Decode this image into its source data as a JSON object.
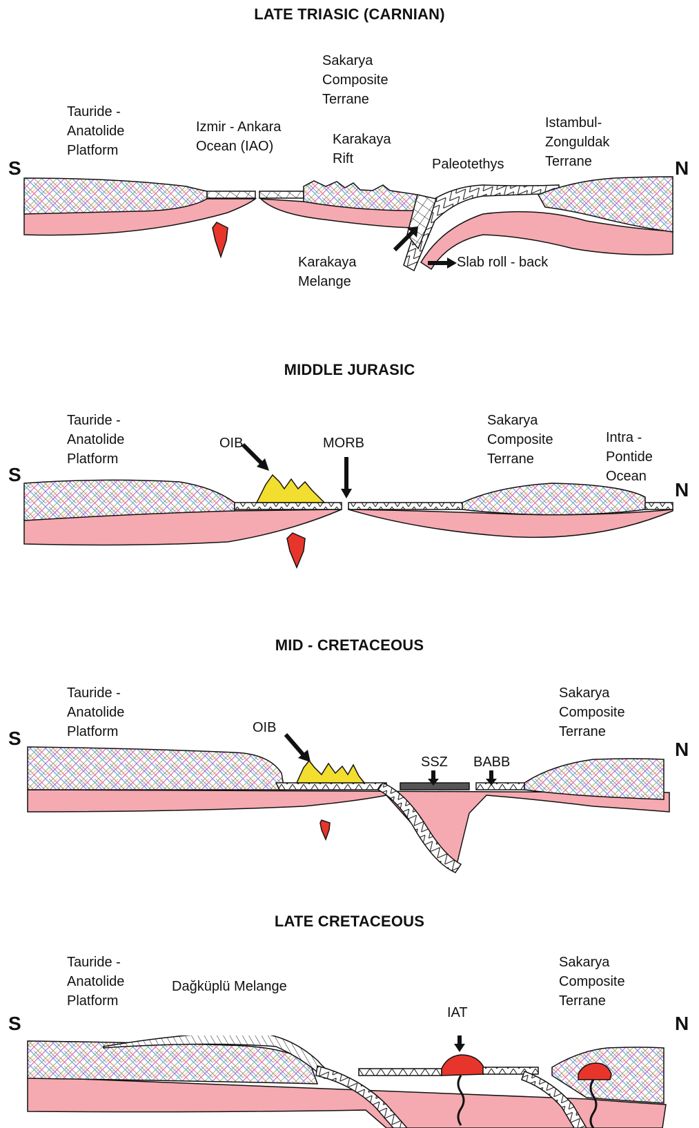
{
  "panels": [
    {
      "title": "LATE TRIASIC (CARNIAN)",
      "south": "S",
      "north": "N",
      "labels": {
        "tauride": "Tauride -\nAnatolide\nPlatform",
        "iao": "Izmir - Ankara\nOcean (IAO)",
        "sakarya": "Sakarya\nComposite\nTerrane",
        "karakaya_rift": "Karakaya\nRift",
        "paleotethys": "Paleotethys",
        "istanbul": "Istambul-\nZonguldak\nTerrane",
        "melange": "Karakaya\nMelange",
        "rollback": "Slab roll - back"
      }
    },
    {
      "title": "MIDDLE JURASIC",
      "south": "S",
      "north": "N",
      "labels": {
        "tauride": "Tauride -\nAnatolide\nPlatform",
        "oib": "OIB",
        "morb": "MORB",
        "sakarya": "Sakarya\nComposite\nTerrane",
        "intra": "Intra -\nPontide\nOcean"
      }
    },
    {
      "title": "MID - CRETACEOUS",
      "south": "S",
      "north": "N",
      "labels": {
        "tauride": "Tauride -\nAnatolide\nPlatform",
        "oib": "OIB",
        "ssz": "SSZ",
        "babb": "BABB",
        "sakarya": "Sakarya\nComposite\nTerrane"
      }
    },
    {
      "title": "LATE CRETACEOUS",
      "south": "S",
      "north": "N",
      "labels": {
        "tauride": "Tauride -\nAnatolide\nPlatform",
        "dagkuplu": "Dağküplü Melange",
        "iat": "IAT",
        "sakarya": "Sakarya\nComposite\nTerrane"
      }
    }
  ],
  "colors": {
    "mantle": "#f4aab0",
    "crust_outline": "#111111",
    "magma": "#e8352b",
    "oib": "#f2de2e",
    "hatch": [
      "#6aa0d8",
      "#c86ad0",
      "#e07a7a",
      "#7fc07f",
      "#7c6ad8",
      "#d8b060"
    ]
  }
}
